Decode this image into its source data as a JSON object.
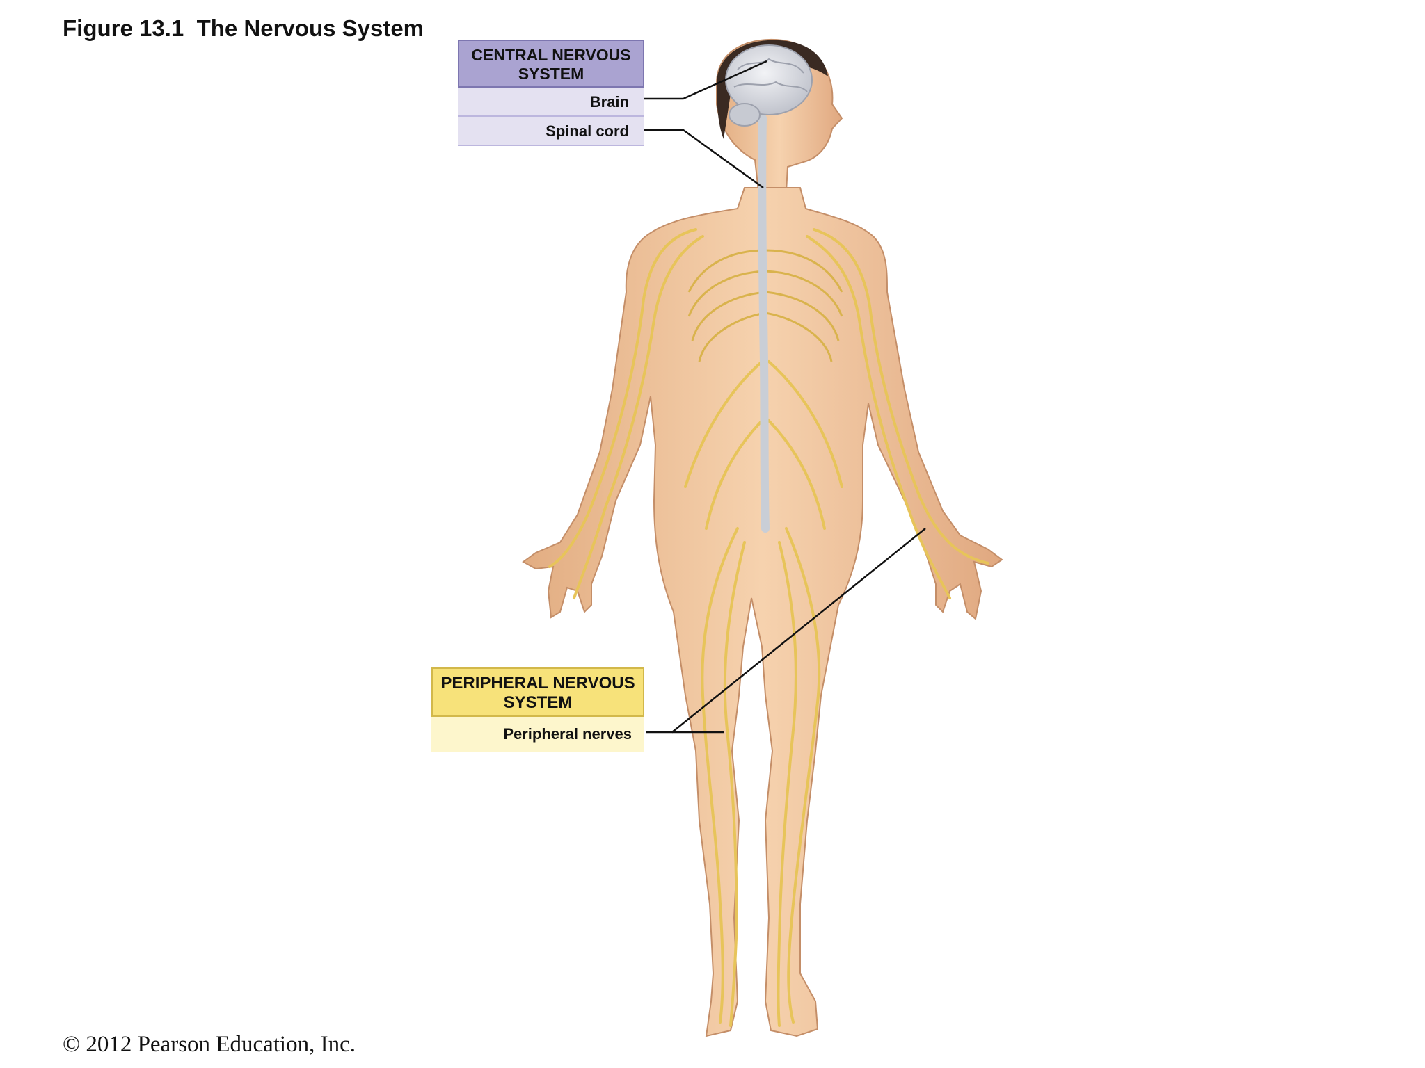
{
  "figure": {
    "title": "Figure 13.1  The Nervous System",
    "copyright": "© 2012 Pearson Education, Inc."
  },
  "central_nervous_system": {
    "heading": "CENTRAL NERVOUS SYSTEM",
    "labels": [
      "Brain",
      "Spinal cord"
    ],
    "header_color": "#aaa3d1",
    "row_color": "#e4e1f1"
  },
  "peripheral_nervous_system": {
    "heading": "PERIPHERAL NERVOUS SYSTEM",
    "labels": [
      "Peripheral nerves"
    ],
    "header_color": "#f7e27a",
    "row_color": "#fdf6cc"
  },
  "colors": {
    "skin": "#f0c8a0",
    "nerve": "#e7c45a",
    "spinal_cord": "#c9ced6",
    "brain": "#dcdde2"
  }
}
